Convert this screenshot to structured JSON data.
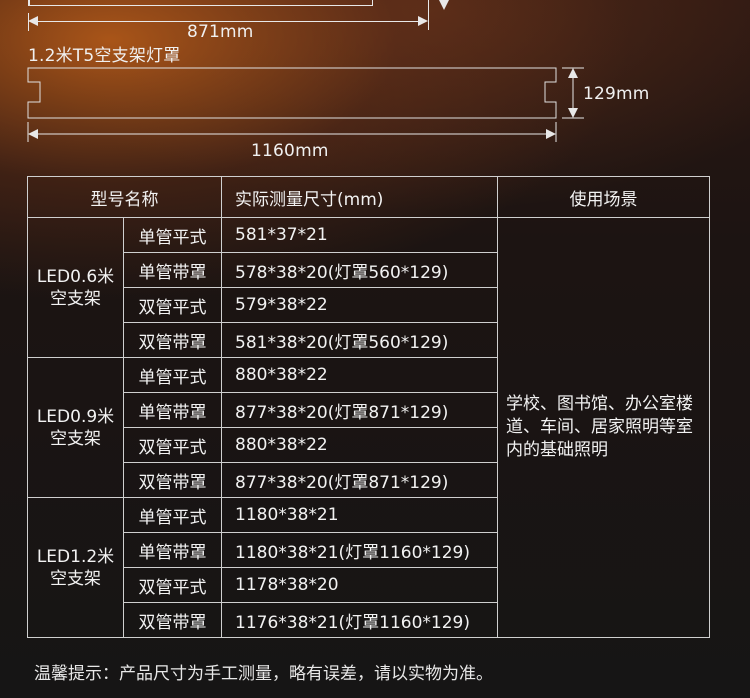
{
  "drawings": {
    "top_length": "871mm",
    "second_title": "1.2米T5空支架灯罩",
    "second_height": "129mm",
    "second_length": "1160mm"
  },
  "table": {
    "headers": [
      "型号名称",
      "实际测量尺寸(mm)",
      "使用场景"
    ],
    "groups": [
      {
        "model": "LED0.6米空支架",
        "rows": [
          {
            "type": "单管平式",
            "size": "581*37*21"
          },
          {
            "type": "单管带罩",
            "size": "578*38*20(灯罩560*129)"
          },
          {
            "type": "双管平式",
            "size": "579*38*22"
          },
          {
            "type": "双管带罩",
            "size": "581*38*20(灯罩560*129)"
          }
        ]
      },
      {
        "model": "LED0.9米空支架",
        "rows": [
          {
            "type": "单管平式",
            "size": "880*38*22"
          },
          {
            "type": "单管带罩",
            "size": "877*38*20(灯罩871*129)"
          },
          {
            "type": "双管平式",
            "size": "880*38*22"
          },
          {
            "type": "双管带罩",
            "size": "877*38*20(灯罩871*129)"
          }
        ]
      },
      {
        "model": "LED1.2米空支架",
        "rows": [
          {
            "type": "单管平式",
            "size": "1180*38*21"
          },
          {
            "type": "单管带罩",
            "size": "1180*38*21(灯罩1160*129)"
          },
          {
            "type": "双管平式",
            "size": "1178*38*20"
          },
          {
            "type": "双管带罩",
            "size": "1176*38*21(灯罩1160*129)"
          }
        ]
      }
    ],
    "usage": "学校、图书馆、办公室楼道、车间、居家照明等室内的基础照明"
  },
  "footer": "温馨提示：产品尺寸为手工测量，略有误差，请以实物为准。"
}
